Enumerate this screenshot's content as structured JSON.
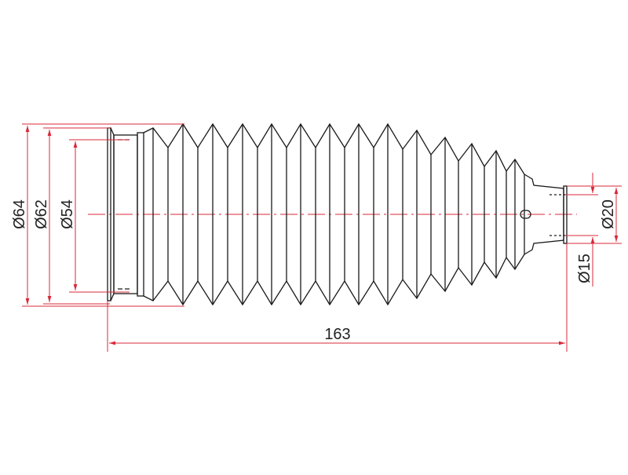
{
  "drawing": {
    "title": "Steering rack boot dimensions",
    "dimensions": {
      "outer_diameter_large": "Ø64",
      "flange_diameter": "Ø62",
      "inner_diameter_large": "Ø54",
      "outer_diameter_small": "Ø20",
      "inner_diameter_small": "Ø15",
      "overall_length": "163"
    },
    "colors": {
      "outline": "#1a1a1a",
      "dimension": "#d8283a"
    }
  }
}
